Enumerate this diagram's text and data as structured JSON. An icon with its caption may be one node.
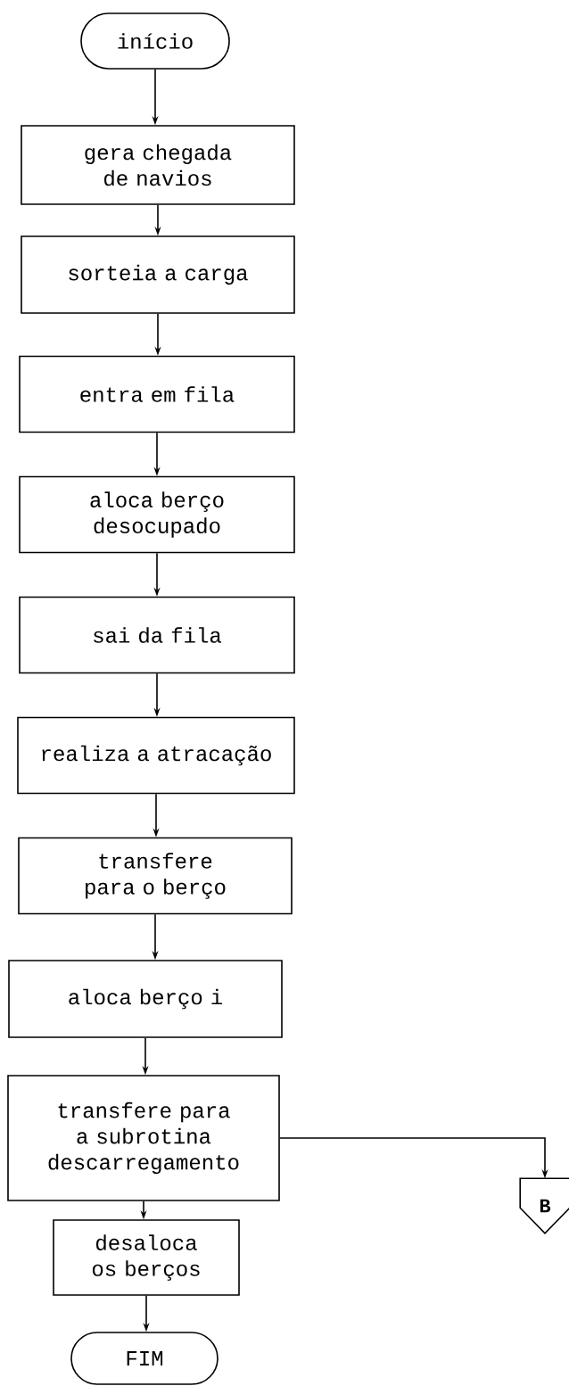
{
  "diagram": {
    "nodes": [
      {
        "text": [
          "início"
        ]
      },
      {
        "text": [
          "gera chegada de navios"
        ]
      },
      {
        "text": [
          "sorteia a carga"
        ]
      },
      {
        "text": [
          "entra em fila"
        ]
      },
      {
        "text": [
          "aloca berço desocupado"
        ]
      },
      {
        "text": [
          "sai da fila"
        ]
      },
      {
        "text": [
          "realiza a atracação"
        ]
      },
      {
        "text": [
          "transfere para o berço"
        ]
      },
      {
        "text": [
          "aloca berço i"
        ]
      },
      {
        "text": [
          "transfere para a subrotina descarregamento"
        ]
      },
      {
        "text": [
          "desaloca os berços"
        ]
      },
      {
        "text": [
          "FIM"
        ]
      },
      {
        "text": [
          "B"
        ]
      }
    ],
    "edges": [
      {
        "from": 0,
        "to": 1,
        "arrow": "to"
      },
      {
        "from": 1,
        "to": 2,
        "arrow": "to"
      },
      {
        "from": 2,
        "to": 3,
        "arrow": "to"
      },
      {
        "from": 3,
        "to": 4,
        "arrow": "to"
      },
      {
        "from": 4,
        "to": 5,
        "arrow": "to"
      },
      {
        "from": 5,
        "to": 6,
        "arrow": "to"
      },
      {
        "from": 6,
        "to": 7,
        "arrow": "to"
      },
      {
        "from": 7,
        "to": 8,
        "arrow": "to"
      },
      {
        "from": 8,
        "to": 9,
        "arrow": "to"
      },
      {
        "from": 9,
        "to": 10,
        "arrow": "to"
      },
      {
        "from": 10,
        "to": 11,
        "arrow": "to"
      },
      {
        "from": 9,
        "to": 12,
        "arrow": "to"
      }
    ]
  }
}
